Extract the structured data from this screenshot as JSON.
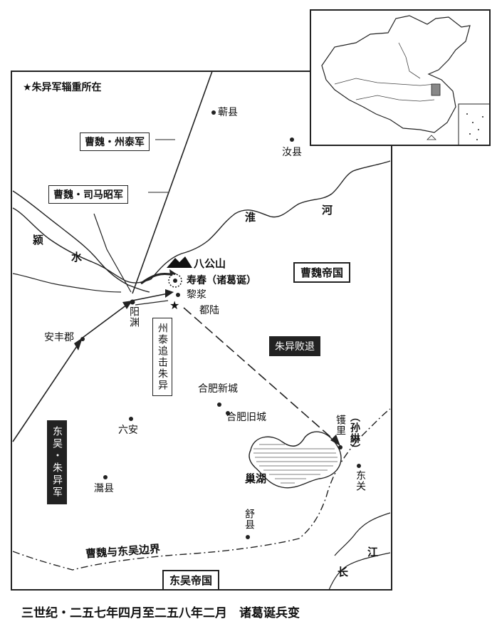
{
  "legend": {
    "star_glyph": "★",
    "text": "朱异军辎重所在"
  },
  "caption": "三世纪・二五七年四月至二五八年二月　诸葛诞兵变",
  "empires": {
    "wei": "曹魏帝国",
    "wu": "东吴帝国"
  },
  "border_label": "曹魏与东吴边界",
  "rivers": {
    "huai_1": "淮",
    "huai_2": "河",
    "ying_1": "颍",
    "ying_2": "水",
    "jiang_1": "江",
    "jiang_2": "长"
  },
  "armies": {
    "zhoutai": "曹魏・州泰军",
    "simazhao": "曹魏・司马昭军",
    "zhuyi": "东吴・朱异军",
    "pursuit": "州泰追击朱异",
    "retreat": "朱异败退"
  },
  "mountain": "八公山",
  "places": {
    "qixian": "蕲县",
    "jixian": "汝县",
    "shouchun": "寿春（诸葛诞）",
    "lijiang": "黎浆",
    "dulu": "都陆",
    "yangyuan": "阳渊",
    "anfeng": "安丰郡",
    "hefei_new": "合肥新城",
    "hefei_old": "合肥旧城",
    "luan": "六安",
    "lu": "灊县",
    "shu": "舒县",
    "dongguan": "东关",
    "chaohu": "巢湖",
    "huangli": "镬里",
    "sunlin": "（孙綝）"
  }
}
